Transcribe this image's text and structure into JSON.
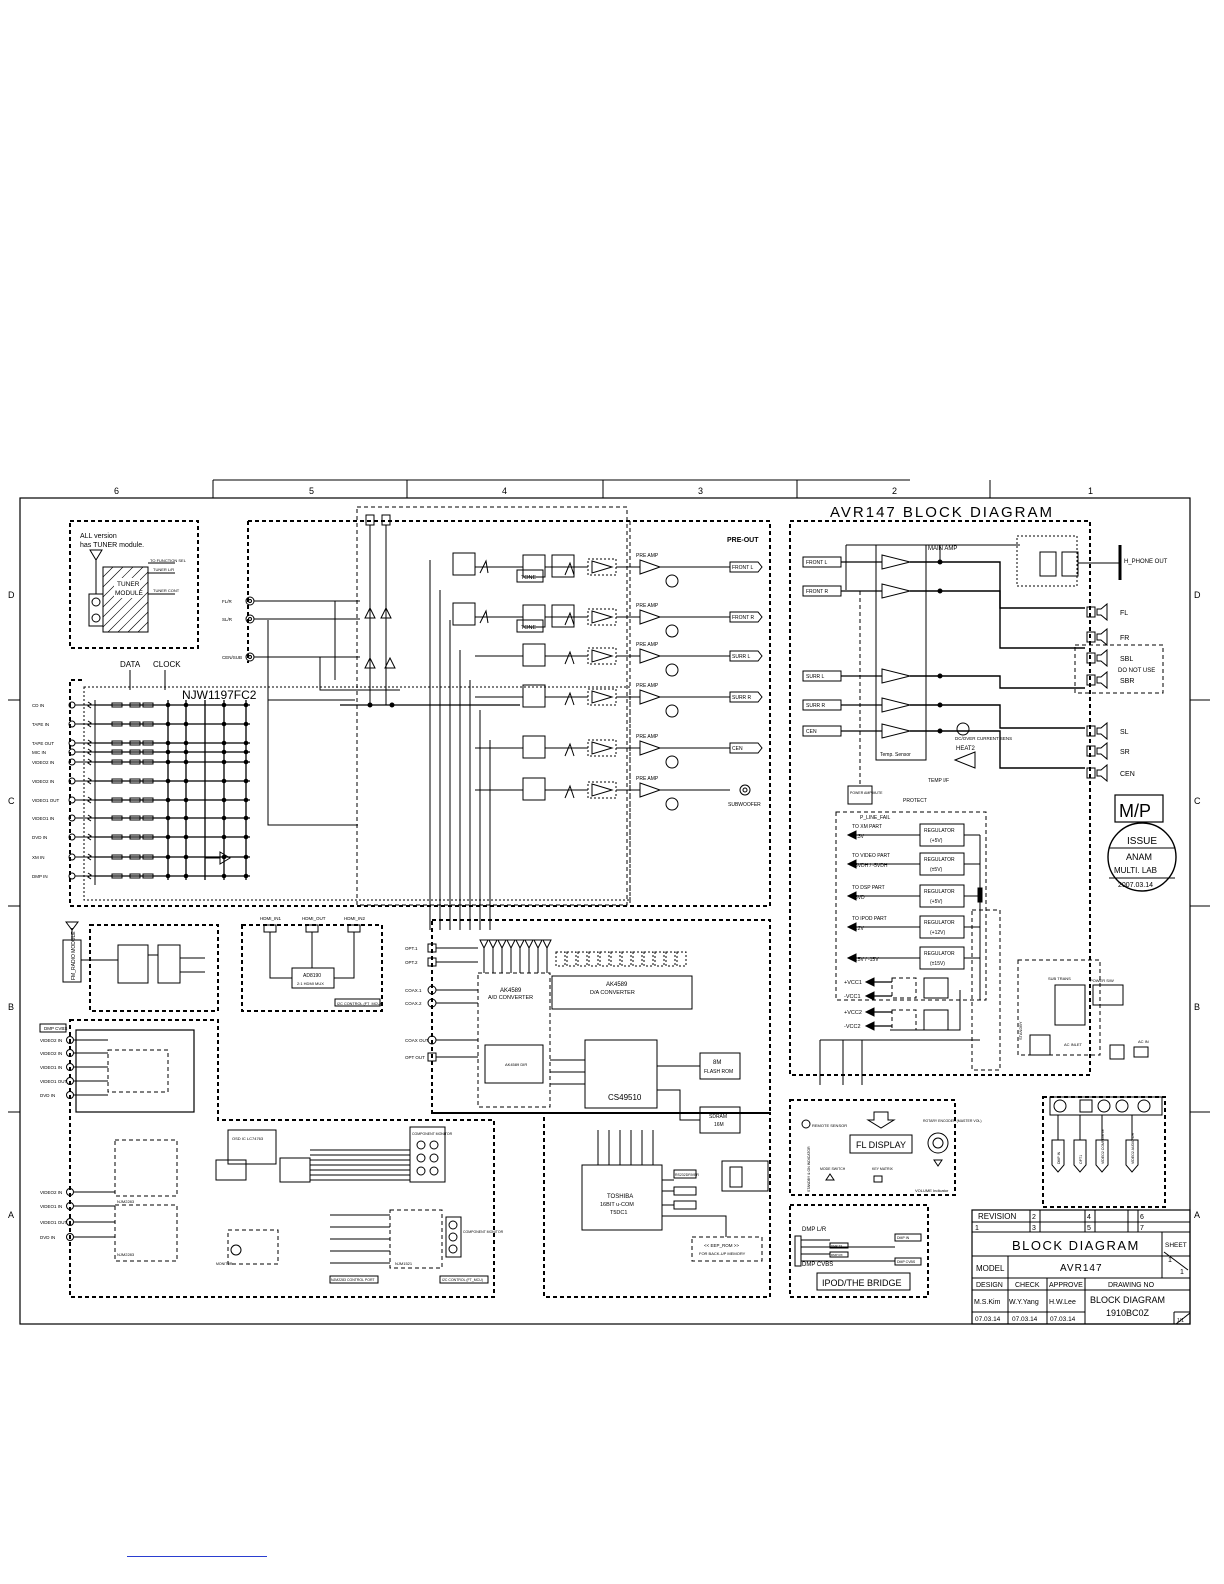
{
  "title": "AVR147 BLOCK DIAGRAM",
  "zone_numbers": [
    "6",
    "5",
    "4",
    "3",
    "2",
    "1"
  ],
  "row_letters": [
    "D",
    "C",
    "B",
    "A"
  ],
  "tuner": {
    "note_line1": "ALL version",
    "note_line2": "has TUNER module.",
    "module_label": "TUNER\nMODULE",
    "module_line1": "TUNER",
    "module_line2": "MODULE",
    "pins": [
      "TO FUNCTION SEL",
      "TUNER L/R",
      "TUNER CONT"
    ]
  },
  "preout_label": "PRE-OUT",
  "main_amp_label": "MAIN AMP",
  "hp_out": "H_PHONE OUT",
  "njw_label": "NJW1197FC2",
  "data_label": "DATA",
  "clock_label": "CLOCK",
  "inputs": [
    "CD IN",
    "TAPE IN",
    "TAPE OUT",
    "MIC IN",
    "VIDEO2 IN",
    "VIDEO2 IN",
    "VIDEO1 OUT",
    "VIDEO1 IN",
    "DVD IN",
    "XM IN",
    "DMP IN"
  ],
  "left_jacks": [
    "FL/R",
    "SL/R",
    "CEN/SUB"
  ],
  "tone_label": "TONE",
  "pre_amp_label": "PRE AMP",
  "pre_outputs": [
    "FRONT L",
    "FRONT R",
    "SURR L",
    "SURR R",
    "CEN",
    "SUBWOOFER"
  ],
  "amp_inputs": [
    "FRONT L",
    "FRONT R",
    "SURR L",
    "SURR R",
    "CEN"
  ],
  "speakers": [
    "FL",
    "FR",
    "SBL",
    "SBR",
    "SL",
    "SR",
    "CEN"
  ],
  "do_not_use": "DO NOT USE",
  "temp_sensor": "Temp. Sensor",
  "heat_label": "HEAT2",
  "temp_if": "TEMP I/F",
  "protect": "PROTECT",
  "dc_current": "DC/OVER CURRENT SENS",
  "power_amp_mute": "POWER AMP MUTE",
  "pline_fail": "P_LINE_FAIL",
  "regulators": [
    {
      "to": "TO XM PART",
      "rails": "-3.3V",
      "label": "REGULATOR",
      "val": "(+5V)"
    },
    {
      "to": "TO VIDEO PART",
      "rails": "+5VDH / -5VDH",
      "label": "REGULATOR",
      "val": "(±5V)"
    },
    {
      "to": "TO DSP PART",
      "rails": "+5VD",
      "label": "REGULATOR",
      "val": "(+5V)"
    },
    {
      "to": "TO IPOD PART",
      "rails": "+12V",
      "label": "REGULATOR",
      "val": "(+12V)"
    },
    {
      "to": "",
      "rails": "+15V / -15V",
      "label": "REGULATOR",
      "val": "(±15V)"
    }
  ],
  "vcc_rails": [
    "+VCC1",
    "-VCC1",
    "+VCC2",
    "-VCC2"
  ],
  "mp_stamp": {
    "mp": "M/P",
    "issue": "ISSUE",
    "line1": "ANAM",
    "line2": "MULTI. LAB",
    "date": "2007.03.14"
  },
  "fm_radio": "FM_RADIO MODULE",
  "hdmi": {
    "in1": "HDMI_IN1",
    "out": "HDMI_OUT",
    "in2": "HDMI_IN2",
    "chip": "AD8190",
    "desc": "2:1 HDMI MUX",
    "ctrl": "I2C CONTROL (FT_MCU)"
  },
  "digital_inputs": [
    "OPT.1",
    "OPT.2",
    "COAX.1",
    "COAX.2",
    "COAX OUT",
    "OPT OUT"
  ],
  "ak_adc": {
    "name": "AK4589",
    "desc": "A/D CONVERTER"
  },
  "ak_dac": {
    "name": "AK4589",
    "desc": "D/A CONVERTER"
  },
  "dir": "AK4589 DIR",
  "dsp": "CS49510",
  "flash": {
    "size": "8M",
    "type": "FLASH ROM"
  },
  "sdram": {
    "type": "SDRAM",
    "size": "16M"
  },
  "mcu": {
    "maker": "TOSHIBA",
    "desc": "16BIT u-COM",
    "part": "T5DC1"
  },
  "eep": {
    "label": "<< EEP_ROM >>",
    "desc": "FOR BACK-UP MEMORY"
  },
  "rs232": "RS232DRIVER",
  "video": {
    "inputs": [
      "VIDEO2 IN",
      "VIDEO2 IN",
      "VIDEO1 IN",
      "VIDEO1 OUT",
      "DVD IN"
    ],
    "inputs2": [
      "VIDEO2 IN",
      "VIDEO1 IN",
      "VIDEO1 OUT",
      "DVD IN"
    ],
    "osd": "OSD IC LC74763",
    "mux1": "NJM2283",
    "mux2": "NJM2283",
    "comp_monitor": "COMPONENT MONITOR",
    "njm_chip": "NJM1521",
    "monitor": "MONITOR",
    "comp_out": "COMPONENT MONITOR",
    "i2c": "I2C CONTROL (FT_MCU)",
    "njm_ctrl": "NJM2283 CONTROL PORT"
  },
  "dmp_cvbs": "DMP CVBS",
  "ipod": {
    "dmp_lr": "DMP L/R",
    "dmp_cvbs": "DMP CVBS",
    "title": "IPOD/THE BRIDGE",
    "outs": [
      "DMP IN",
      "DMP TX",
      "DMP RX",
      "DMP CVBS"
    ]
  },
  "front_panel": {
    "display": "FL DISPLAY",
    "remote": "REMOTE SENSOR",
    "encoder": "ROTARY ENCODER (MASTER VOL)",
    "standby": "STANDBY & ON INDICATOR",
    "mode_switch": "MODE SWITCH",
    "key": "KEY MATRIX",
    "volume": "VOLUME Indicator"
  },
  "bottom_right_jacks": [
    "DMP IN",
    "OPT1",
    "VIDEO2 COMPOSITE",
    "VIDEO2 AUDIO L/R"
  ],
  "power": {
    "standby": "STANDBY",
    "relay": "POWER S/W",
    "ac_inlet": "AC INLET",
    "ac_in": "AC IN",
    "sub_trans": "SUB TRANS"
  },
  "title_block": {
    "revision": "REVISION",
    "rev_cells": [
      "2",
      "4",
      "6",
      "1",
      "3",
      "5",
      "7"
    ],
    "doc_title": "BLOCK DIAGRAM",
    "sheet_label": "SHEET",
    "sheet_value": "1/1",
    "sheet_num": "1",
    "sheet_den": "1",
    "model_label": "MODEL",
    "model_value": "AVR147",
    "design": "DESIGN",
    "check": "CHECK",
    "approve": "APPROVE",
    "drawing_no": "DRAWING NO",
    "designer": "M.S.Kim",
    "checker": "W.Y.Yang",
    "approver": "H.W.Lee",
    "dwg_title": "BLOCK DIAGRAM",
    "dwg_number": "1910BC0Z",
    "date1": "07.03.14",
    "date2": "07.03.14",
    "date3": "07.03.14",
    "page": "1/1"
  }
}
